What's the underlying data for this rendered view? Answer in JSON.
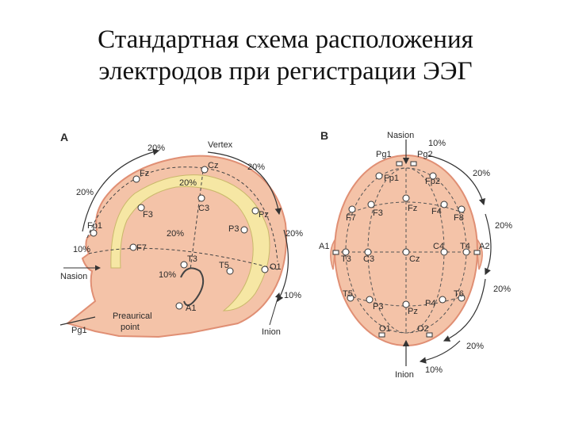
{
  "title": {
    "line1": "Стандартная схема расположения",
    "line2": "электродов при регистрации ЭЭГ"
  },
  "colors": {
    "skin_fill": "#f4c3a8",
    "skin_edge": "#e08f74",
    "brain_band": "#f6e7a4",
    "outline": "#333333",
    "electrode": "#ffffff"
  },
  "panel_a": {
    "label": "A",
    "vertex": "Vertex",
    "nasion": "Nasion",
    "inion": "Inion",
    "preauricular_line1": "Preaurical",
    "preauricular_line2": "point",
    "pg1": "Pg1",
    "pct": [
      "20%",
      "20%",
      "20%",
      "20%",
      "20%",
      "10%",
      "10%",
      "10%",
      "20%"
    ],
    "electrodes": [
      "Fz",
      "Cz",
      "Pz",
      "Fp1",
      "F3",
      "C3",
      "P3",
      "F7",
      "T3",
      "T5",
      "O1",
      "A1"
    ]
  },
  "panel_b": {
    "label": "B",
    "nasion": "Nasion",
    "inion": "Inion",
    "pct": [
      "10%",
      "20%",
      "20%",
      "20%",
      "20%",
      "10%"
    ],
    "electrodes": [
      "Pg1",
      "Pg2",
      "Fp1",
      "Fp2",
      "F7",
      "F3",
      "Fz",
      "F4",
      "F8",
      "A1",
      "T3",
      "C3",
      "Cz",
      "C4",
      "T4",
      "A2",
      "T5",
      "P3",
      "Pz",
      "P4",
      "T6",
      "O1",
      "O2"
    ]
  }
}
